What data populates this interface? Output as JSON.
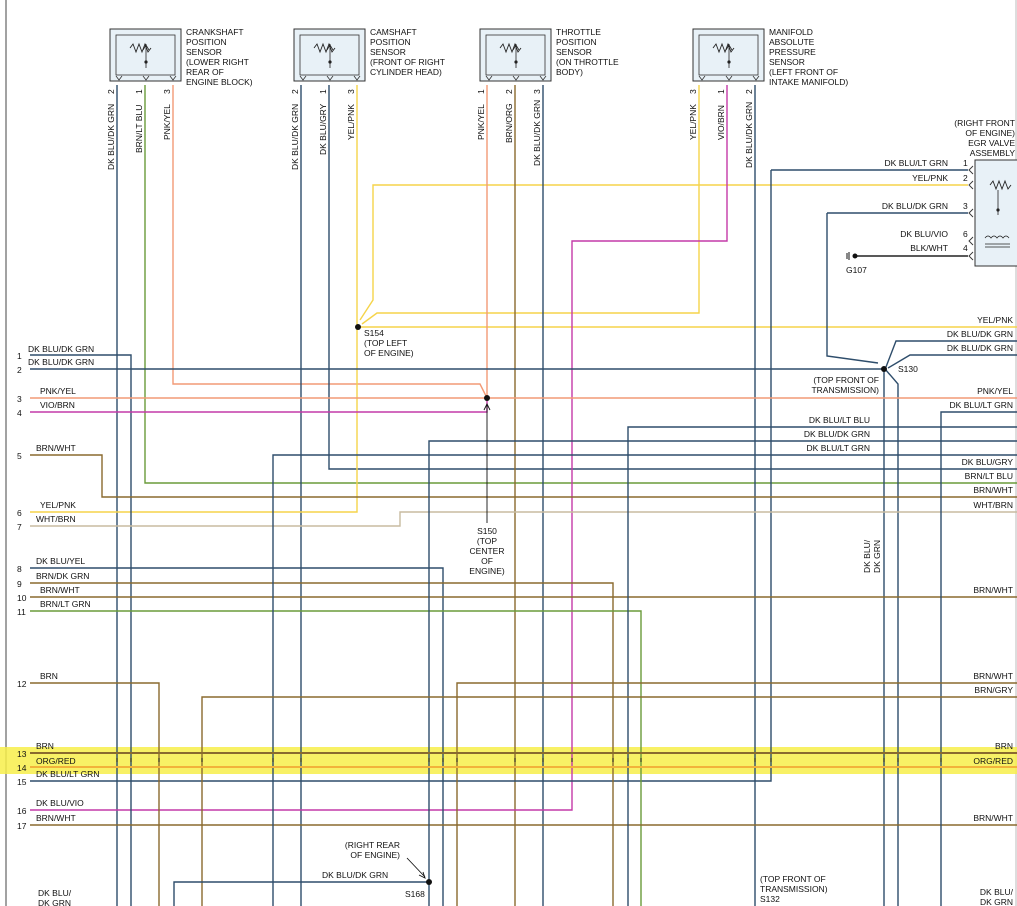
{
  "colors": {
    "dk_blu": "#2e4d6b",
    "brn": "#8a6a2e",
    "pnk": "#f29a76",
    "vio": "#c43aa8",
    "yel": "#f5d44a",
    "lt_grn": "#6a9b3a",
    "org_red": "#f2b23a",
    "highlight": "#f7ef4a",
    "sensor_box": "#e8f1f7"
  },
  "sensors": {
    "crank": {
      "title": [
        "CRANKSHAFT",
        "POSITION",
        "SENSOR",
        "(LOWER RIGHT",
        "REAR OF",
        "ENGINE BLOCK)"
      ],
      "pins": [
        "2",
        "1",
        "3"
      ],
      "wires": [
        "DK BLU/DK GRN",
        "BRN/LT BLU",
        "PNK/YEL"
      ]
    },
    "cam": {
      "title": [
        "CAMSHAFT",
        "POSITION",
        "SENSOR",
        "(FRONT OF RIGHT",
        "CYLINDER HEAD)"
      ],
      "pins": [
        "2",
        "1",
        "3"
      ],
      "wires": [
        "DK BLU/DK GRN",
        "DK BLU/GRY",
        "YEL/PNK"
      ]
    },
    "tps": {
      "title": [
        "THROTTLE",
        "POSITION",
        "SENSOR",
        "(ON THROTTLE",
        "BODY)"
      ],
      "pins": [
        "1",
        "2",
        "3"
      ],
      "wires": [
        "PNK/YEL",
        "BRN/ORG",
        "DK BLU/DK GRN"
      ]
    },
    "map": {
      "title": [
        "MANIFOLD",
        "ABSOLUTE",
        "PRESSURE",
        "SENSOR",
        "(LEFT FRONT OF",
        "INTAKE MANIFOLD)"
      ],
      "pins": [
        "3",
        "1",
        "2"
      ],
      "wires": [
        "YEL/PNK",
        "VIO/BRN",
        "DK BLU/DK GRN"
      ]
    },
    "egr": {
      "title": [
        "(RIGHT FRONT",
        "OF ENGINE)",
        "EGR VALVE",
        "ASSEMBLY"
      ],
      "pins": [
        "1",
        "2",
        "3",
        "6",
        "4"
      ],
      "wires": [
        "DK BLU/LT GRN",
        "YEL/PNK",
        "DK BLU/DK GRN",
        "DK BLU/VIO",
        "BLK/WHT"
      ],
      "ground": "G107"
    }
  },
  "splices": {
    "s154": {
      "name": "S154",
      "loc": [
        "(TOP LEFT",
        "OF ENGINE)"
      ]
    },
    "s130": {
      "name": "S130",
      "loc": [
        "(TOP FRONT OF",
        "TRANSMISSION)"
      ]
    },
    "s150": {
      "name": "S150",
      "loc": [
        "(TOP",
        "CENTER",
        "OF",
        "ENGINE)"
      ]
    },
    "s168": {
      "name": "S168",
      "loc": [
        "(RIGHT REAR",
        "OF ENGINE)"
      ],
      "wire": "DK BLU/DK GRN"
    },
    "s132": {
      "name": "S132",
      "loc": [
        "(TOP FRONT OF",
        "TRANSMISSION)"
      ]
    }
  },
  "left_terminals": [
    {
      "pin": "1",
      "wire": "DK BLU/DK GRN"
    },
    {
      "pin": "2",
      "wire": "DK BLU/DK GRN"
    },
    {
      "pin": "3",
      "wire": "PNK/YEL"
    },
    {
      "pin": "4",
      "wire": "VIO/BRN"
    },
    {
      "pin": "5",
      "wire": "BRN/WHT"
    },
    {
      "pin": "6",
      "wire": "YEL/PNK"
    },
    {
      "pin": "7",
      "wire": "WHT/BRN"
    },
    {
      "pin": "8",
      "wire": "DK BLU/YEL"
    },
    {
      "pin": "9",
      "wire": "BRN/DK GRN"
    },
    {
      "pin": "10",
      "wire": "BRN/WHT"
    },
    {
      "pin": "11",
      "wire": "BRN/LT GRN"
    },
    {
      "pin": "12",
      "wire": "BRN"
    },
    {
      "pin": "13",
      "wire": "BRN"
    },
    {
      "pin": "14",
      "wire": "ORG/RED"
    },
    {
      "pin": "15",
      "wire": "DK BLU/LT GRN"
    },
    {
      "pin": "16",
      "wire": "DK BLU/VIO"
    },
    {
      "pin": "17",
      "wire": "BRN/WHT"
    }
  ],
  "left_bottom_wire": [
    "DK BLU/",
    "DK GRN"
  ],
  "right_labels": [
    "YEL/PNK",
    "DK BLU/DK GRN",
    "DK BLU/DK GRN",
    "PNK/YEL",
    "DK BLU/LT GRN",
    "DK BLU/GRY",
    "BRN/LT BLU",
    "BRN/WHT",
    "WHT/BRN",
    "BRN/WHT",
    "BRN/WHT",
    "BRN/GRY",
    "BRN",
    "ORG/RED",
    "BRN/WHT",
    "DK BLU/",
    "DK GRN"
  ],
  "mid_labels": [
    "DK BLU/LT BLU",
    "DK BLU/DK GRN",
    "DK BLU/LT GRN"
  ],
  "vertical_label": [
    "DK BLU/",
    "DK GRN"
  ]
}
